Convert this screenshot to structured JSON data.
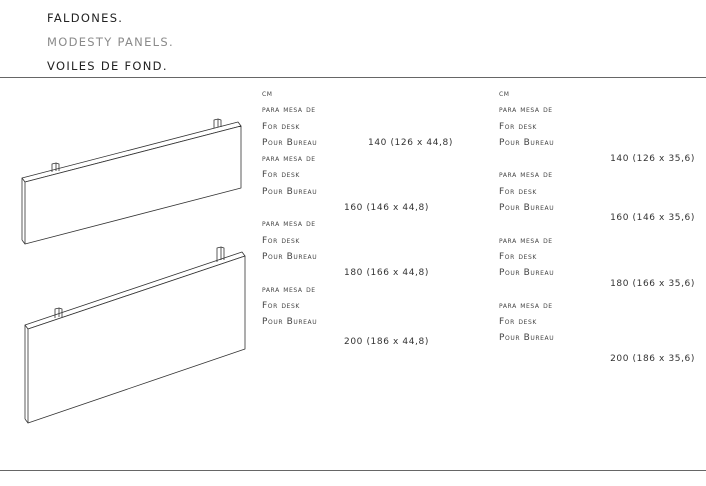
{
  "header": {
    "es": "FALDONES.",
    "en": "MODESTY PANELS.",
    "fr": "VOILES DE FOND."
  },
  "unit_label": "cm",
  "label_es": "para mesa de",
  "label_en": "For desk",
  "label_fr": "Pour Bureau",
  "panels_448": [
    "140 (126 x 44,8)",
    "160 (146 x 44,8)",
    "180 (166 x 44,8)",
    "200 (186 x 44,8)"
  ],
  "panels_356": [
    "140 (126 x 35,6)",
    "160 (146 x 35,6)",
    "180 (166 x 35,6)",
    "200 (186 x 35,6)"
  ],
  "colors": {
    "rule": "#666666",
    "muted_text": "#8a8a8a"
  },
  "icons": [
    "modesty-panel-short-icon",
    "modesty-panel-tall-icon"
  ]
}
